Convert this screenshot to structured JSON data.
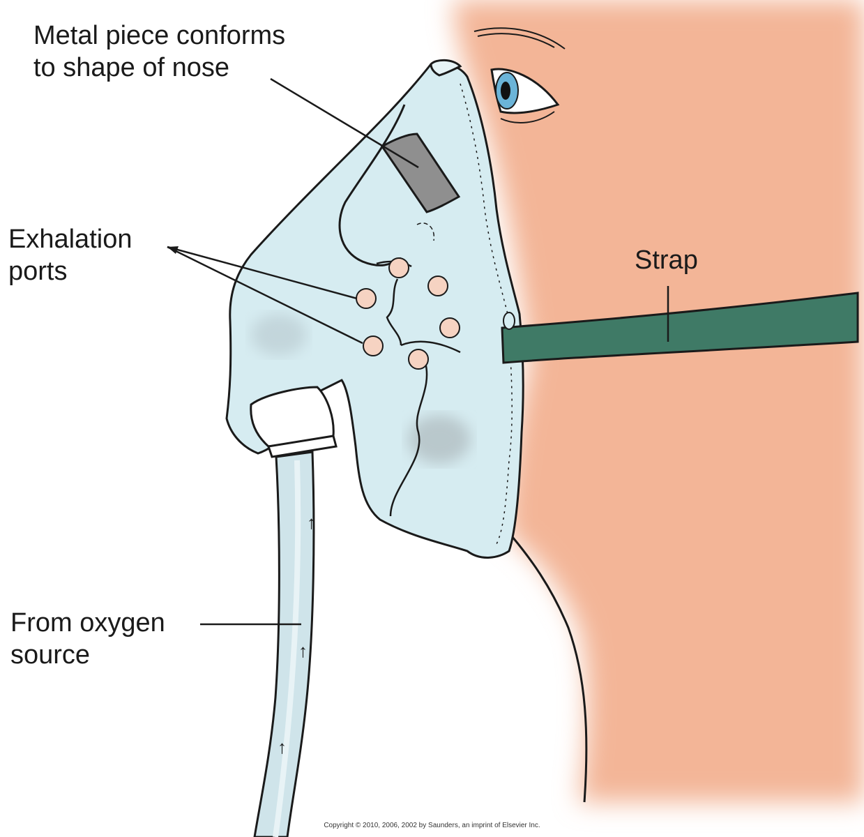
{
  "labels": {
    "metal_piece": [
      "Metal piece conforms",
      "to shape of nose"
    ],
    "exhalation": [
      "Exhalation",
      "ports"
    ],
    "strap": "Strap",
    "oxygen": [
      "From oxygen",
      "source"
    ]
  },
  "copyright": "Copyright © 2010, 2006, 2002 by Saunders, an imprint of Elsevier Inc.",
  "colors": {
    "skin": "#f3b597",
    "mask": "#d6ecf1",
    "strap": "#3f7a66",
    "port": "#f6d3c2",
    "metal": "#8f8f8f",
    "outline": "#1a1a1a"
  }
}
